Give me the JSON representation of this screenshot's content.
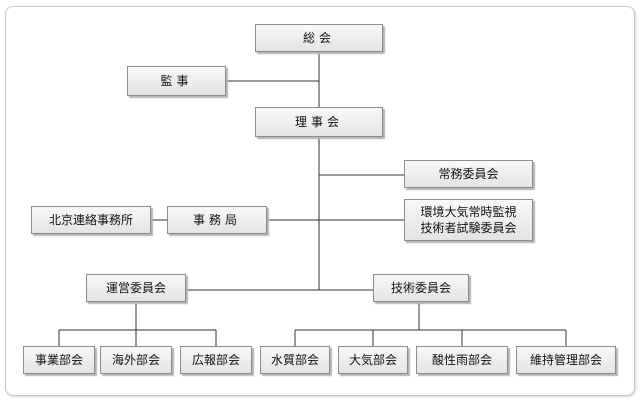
{
  "org_chart": {
    "general_assembly": "総会",
    "auditor": "監事",
    "board": "理事会",
    "executive_committee": "常務委員会",
    "secretariat": "事務局",
    "beijing_office": "北京連絡事務所",
    "monitoring_committee": [
      "環境大気常時監視",
      "技術者試験委員会"
    ],
    "operations_committee": "運営委員会",
    "technical_committee": "技術委員会",
    "operations_subcommittees": [
      "事業部会",
      "海外部会",
      "広報部会"
    ],
    "technical_subcommittees": [
      "水質部会",
      "大気部会",
      "酸性雨部会",
      "維持管理部会"
    ]
  }
}
